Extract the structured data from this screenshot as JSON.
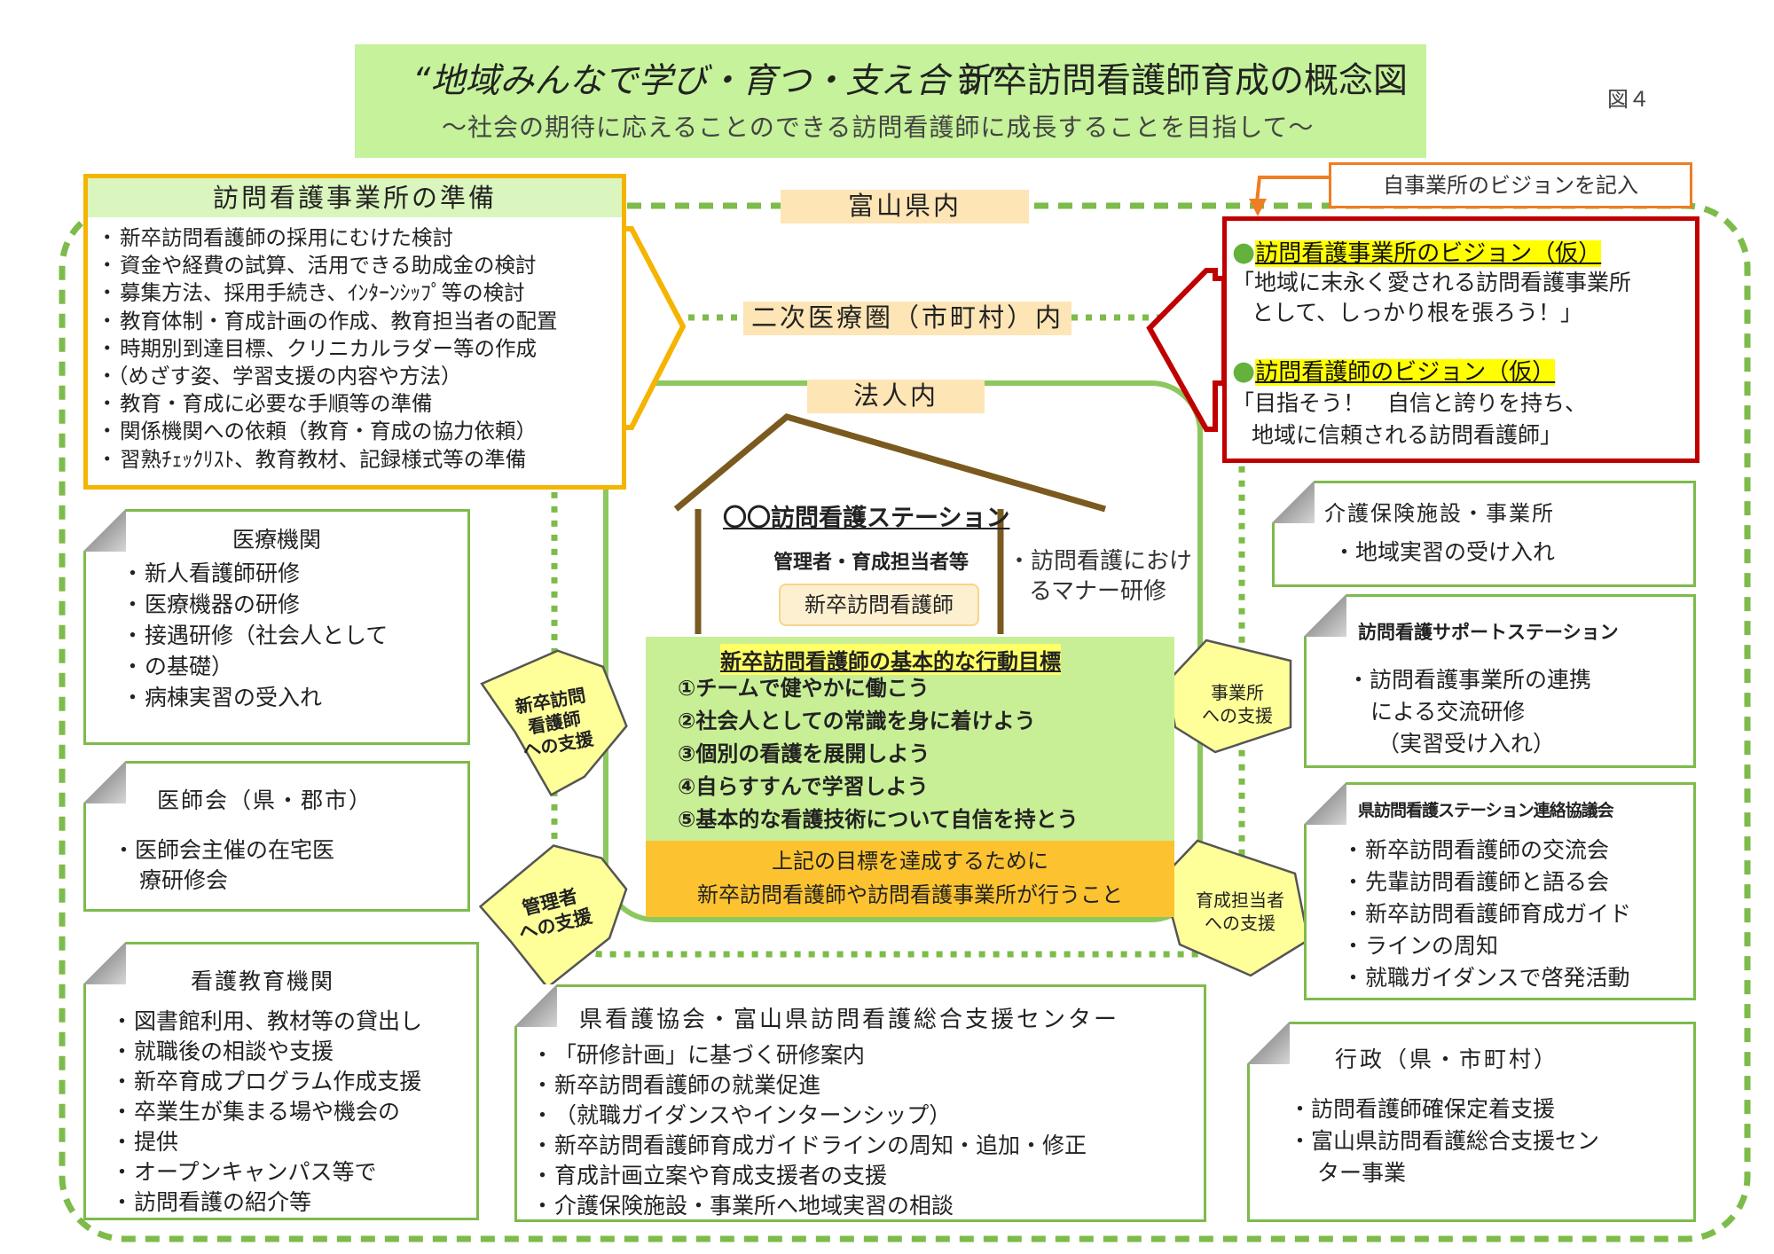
{
  "figure_label": "図４",
  "header": {
    "title_quote": "“地域みんなで学び・育つ・支え合う”",
    "title_main": "新卒訪問看護師育成の概念図",
    "subtitle": "～社会の期待に応えることのできる訪問看護師に成長することを目指して～"
  },
  "regions": {
    "prefecture": "富山県内",
    "secondary_area": "二次医療圏（市町村）内",
    "corporation": "法人内"
  },
  "preparation": {
    "title": "訪問看護事業所の準備",
    "items": [
      "新卒訪問看護師の採用にむけた検討",
      "資金や経費の試算、活用できる助成金の検討",
      "募集方法、採用手続き、ｲﾝﾀｰﾝｼｯﾌﾟ等の検討",
      "教育体制・育成計画の作成、教育担当者の配置",
      "時期別到達目標、クリニカルラダー等の作成",
      "教育・育成に必要な手順等の準備",
      "関係機関への依頼（教育・育成の協力依頼）",
      "習熟ﾁｪｯｸﾘｽﾄ、教育教材、記録様式等の準備"
    ],
    "item5_sub": "（めざす姿、学習支援の内容や方法）"
  },
  "vision": {
    "callout": "自事業所のビジョンを記入",
    "office_heading": "訪問看護事業所のビジョン（仮）",
    "office_line1": "「地域に末永く愛される訪問看護事業所",
    "office_line2": "として、しっかり根を張ろう！」",
    "nurse_heading": "訪問看護師のビジョン（仮）",
    "nurse_line1": "「目指そう！　自信と誇りを持ち、",
    "nurse_line2": "地域に信頼される訪問看護師」"
  },
  "station": {
    "name": "〇〇訪問看護ステーション",
    "managers": "管理者・育成担当者等",
    "manner_line1": "・訪問看護におけ",
    "manner_line2": "るマナー研修",
    "new_nurse": "新卒訪問看護師",
    "goals_title": "新卒訪問看護師の基本的な行動目標",
    "goals": [
      "①チームで健やかに働こう",
      "②社会人としての常識を身に着けよう",
      "③個別の看護を展開しよう",
      "④自らすすんで学習しよう",
      "⑤基本的な看護技術について自信を持とう"
    ],
    "achieve_line1": "上記の目標を達成するために",
    "achieve_line2": "新卒訪問看護師や訪問看護事業所が行うこと"
  },
  "support_labels": {
    "new_nurse": [
      "新卒訪問",
      "看護師",
      "への支援"
    ],
    "manager": [
      "管理者",
      "への支援"
    ],
    "office": [
      "事業所",
      "への支援"
    ],
    "trainer": [
      "育成担当者",
      "への支援"
    ]
  },
  "medical": {
    "title": "医療機関",
    "items": [
      "新人看護師研修",
      "医療機器の研修",
      "接遇研修（社会人としての基礎）",
      "病棟実習の受入れ"
    ],
    "lines": [
      "新人看護師研修",
      "医療機器の研修",
      "接遇研修（社会人として",
      "の基礎）",
      "病棟実習の受入れ"
    ]
  },
  "doctors": {
    "title": "医師会（県・郡市）",
    "line1": "・医師会主催の在宅医",
    "line2": "療研修会"
  },
  "education": {
    "title": "看護教育機関",
    "lines": [
      "図書館利用、教材等の貸出し",
      "就職後の相談や支援",
      "新卒育成プログラム作成支援",
      "卒業生が集まる場や機会の",
      "提供",
      "オープンキャンパス等で",
      "訪問看護の紹介等"
    ]
  },
  "association": {
    "title": "県看護協会・富山県訪問看護総合支援センター",
    "lines": [
      "「研修計画」に基づく研修案内",
      "新卒訪問看護師の就業促進",
      "（就職ガイダンスやインターンシップ）",
      "新卒訪問看護師育成ガイドラインの周知・追加・修正",
      "育成計画立案や育成支援者の支援",
      "介護保険施設・事業所へ地域実習の相談"
    ]
  },
  "care": {
    "title": "介護保険施設・事業所",
    "line1": "・地域実習の受け入れ"
  },
  "support_station": {
    "title": "訪問看護サポートステーション",
    "lines": [
      "・訪問看護事業所の連携",
      "による交流研修",
      "（実習受け入れ）"
    ]
  },
  "council": {
    "title": "県訪問看護ステーション連絡協議会",
    "lines": [
      "新卒訪問看護師の交流会",
      "先輩訪問看護師と語る会",
      "新卒訪問看護師育成ガイド",
      "ラインの周知",
      "就職ガイダンスで啓発活動"
    ]
  },
  "government": {
    "title": "行政（県・市町村）",
    "lines": [
      "・訪問看護師確保定着支援",
      "・富山県訪問看護総合支援セン",
      "ター事業"
    ]
  },
  "colors": {
    "green_border": "#7dbb4a",
    "orange_border": "#f5b400",
    "red_border": "#c00000",
    "header_bg": "#c5f29a",
    "tag_bg": "#fde5b5",
    "goals_bg": "#c8ef95",
    "achieve_bg": "#fcc230",
    "support_bg": "#ffff99"
  }
}
